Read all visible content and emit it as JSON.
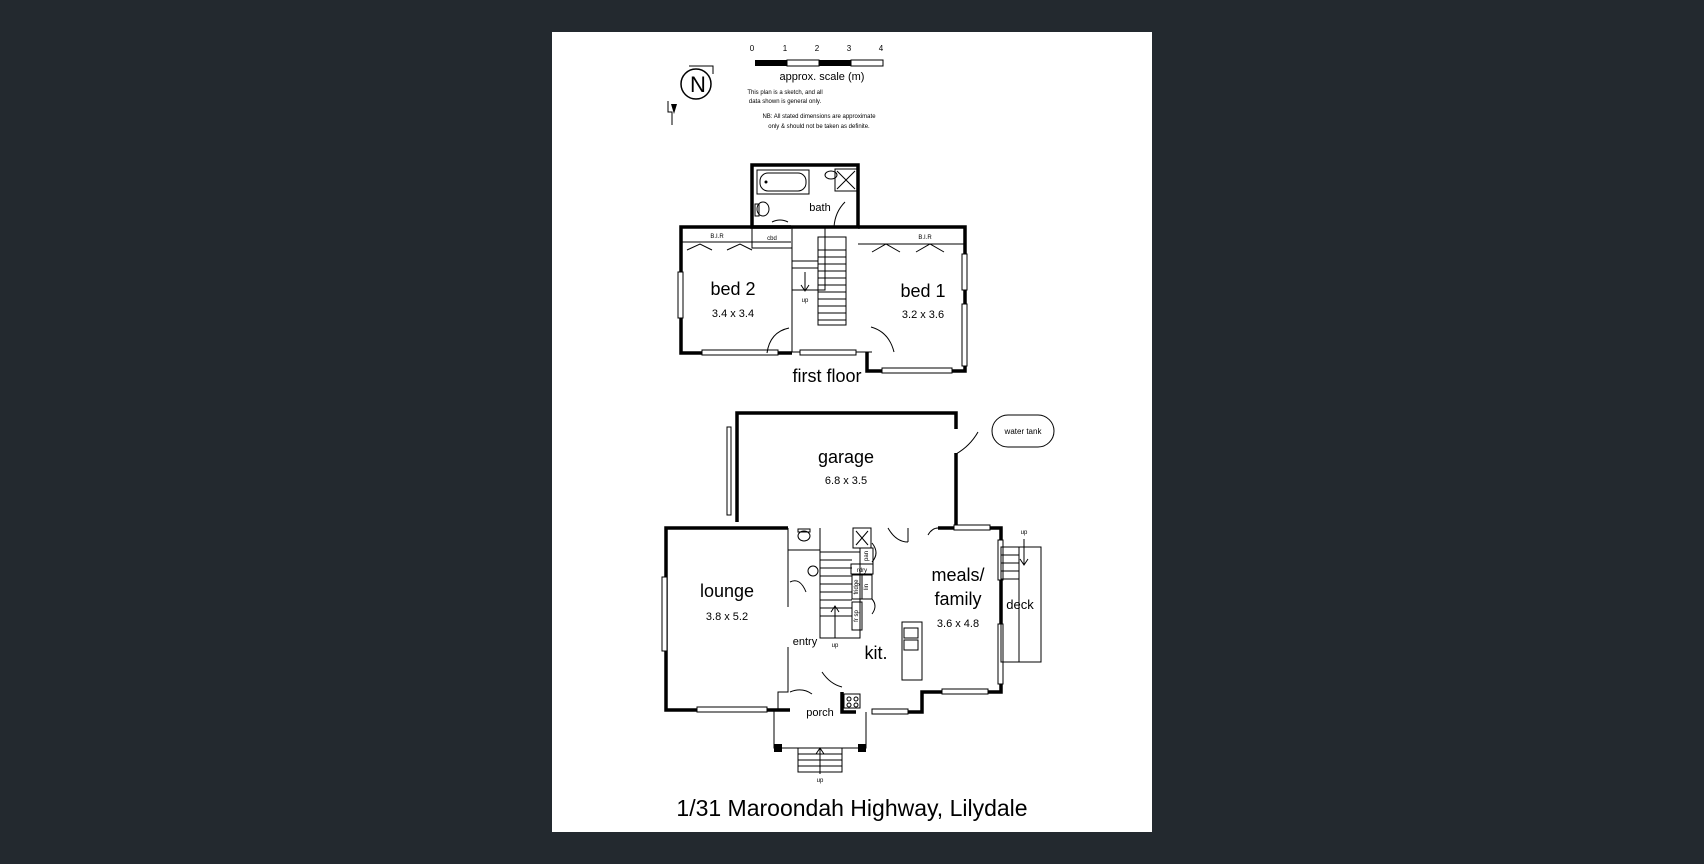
{
  "scale": {
    "ticks": [
      "0",
      "1",
      "2",
      "3",
      "4"
    ],
    "label": "approx. scale (m)",
    "note1_line1": "This plan is a sketch, and all",
    "note1_line2": "data shown is general only.",
    "note2_line1": "NB: All stated dimensions are approximate",
    "note2_line2": "only & should not be taken as definite."
  },
  "compass": {
    "letter": "N"
  },
  "first_floor": {
    "title": "first floor",
    "bath": "bath",
    "cbd": "cbd",
    "bir_left": "B.I.R",
    "bir_right": "B.I.R",
    "bed2": {
      "name": "bed 2",
      "size": "3.4 x 3.4"
    },
    "bed1": {
      "name": "bed 1",
      "size": "3.2 x 3.6"
    },
    "stairs_up": "up"
  },
  "ground_floor": {
    "garage": {
      "name": "garage",
      "size": "6.8 x 3.5"
    },
    "water_tank": "water tank",
    "lounge": {
      "name": "lounge",
      "size": "3.8 x 5.2"
    },
    "meals_line1": "meals/",
    "meals_line2": "family",
    "meals_size": "3.6 x 4.8",
    "deck": "deck",
    "entry": "entry",
    "kit": "kit.",
    "porch": "porch",
    "pantry": "pan",
    "rdry": "rdry",
    "linen": "lin",
    "fridge": "fridge",
    "fridge_space": "fr sp",
    "stairs_up": "up",
    "deck_up": "up",
    "porch_up": "up"
  },
  "address": "1/31 Maroondah Highway, Lilydale"
}
